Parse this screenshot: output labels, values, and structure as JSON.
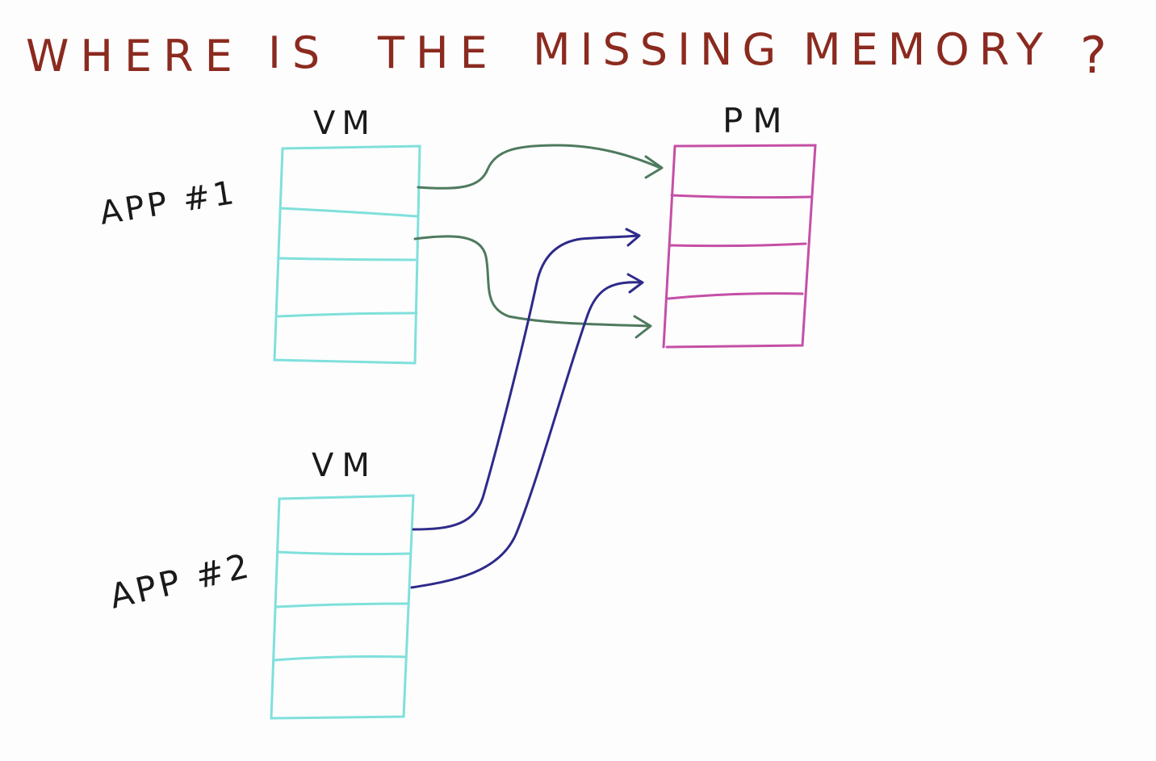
{
  "title": "WHERE IS THE MISSING MEMORY?",
  "title_words": [
    "WHERE",
    "IS",
    "THE",
    "MISSING",
    "MEMORY",
    "?"
  ],
  "vm1": {
    "label": "VM",
    "app_label": "APP #1",
    "rows": 4
  },
  "vm2": {
    "label": "VM",
    "app_label": "APP #2",
    "rows": 4
  },
  "pm": {
    "label": "PM",
    "rows": 4
  },
  "mappings": [
    {
      "from": "app1-row1",
      "to": "pm-row1"
    },
    {
      "from": "app1-row2",
      "to": "pm-row4"
    },
    {
      "from": "app2-row1",
      "to": "pm-row2"
    },
    {
      "from": "app2-row2",
      "to": "pm-row3"
    }
  ],
  "colors": {
    "title": "#8b2a1f",
    "text": "#1a1a1a",
    "vm_box": "#7fe0dc",
    "pm_box": "#c54fa6",
    "app1_arrow": "#4e7a5e",
    "app2_arrow": "#2e2a8a",
    "background": "#fdfdfd"
  }
}
